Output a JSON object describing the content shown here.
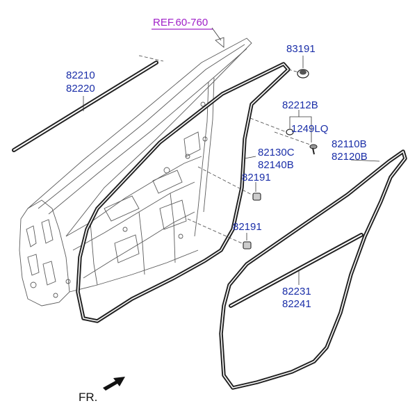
{
  "labels": {
    "ref": "REF.60-760",
    "belt_outer_a": "82210",
    "belt_outer_b": "82220",
    "plug": "83191",
    "hole_plug": "82212B",
    "screw": "1249LQ",
    "body_seal_a": "82130C",
    "body_seal_b": "82140B",
    "door_seal_a": "82110B",
    "door_seal_b": "82120B",
    "bumper_upper": "82191",
    "bumper_lower": "82191",
    "belt_inner_a": "82231",
    "belt_inner_b": "82241",
    "front": "FR."
  },
  "colors": {
    "part_number": "#1a2ea8",
    "reference": "#a020c8",
    "line_art": "#222222"
  }
}
